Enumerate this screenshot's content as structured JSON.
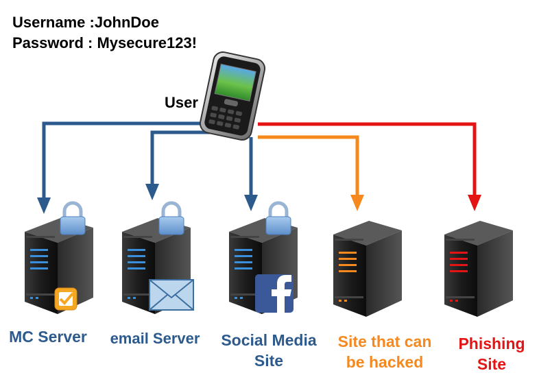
{
  "credentials": {
    "username_line": "Username :JohnDoe",
    "password_line": "Password : Mysecure123!"
  },
  "user": {
    "label": "User",
    "device_icon": "smartphone-icon"
  },
  "colors": {
    "trusted": "#2c5a8c",
    "hackable": "#f5891e",
    "phishing": "#e41414"
  },
  "servers": [
    {
      "label_line1": "MC Server",
      "label_line2": "",
      "badge_icon": "checkbox-icon",
      "locked": true
    },
    {
      "label_line1": "email Server",
      "label_line2": "",
      "badge_icon": "envelope-icon",
      "locked": true
    },
    {
      "label_line1": "Social Media",
      "label_line2": "Site",
      "badge_icon": "facebook-icon",
      "locked": true
    },
    {
      "label_line1": "Site that can",
      "label_line2": "be hacked",
      "badge_icon": "",
      "locked": false
    },
    {
      "label_line1": "Phishing",
      "label_line2": "Site",
      "badge_icon": "",
      "locked": false
    }
  ]
}
